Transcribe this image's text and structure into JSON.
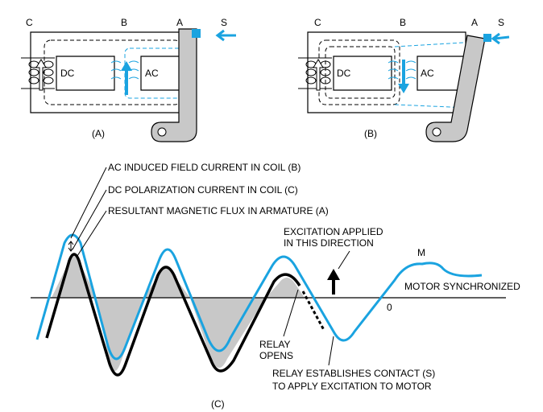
{
  "colors": {
    "accent": "#1aa3e0",
    "armature_fill": "#c8c8c8",
    "ink": "#000000"
  },
  "panel_a": {
    "label_c": "C",
    "label_b": "B",
    "label_a": "A",
    "label_s": "S",
    "coil_dc": "DC",
    "coil_ac": "AC",
    "caption": "(A)"
  },
  "panel_b": {
    "label_c": "C",
    "label_b": "B",
    "label_a": "A",
    "label_s": "S",
    "coil_dc": "DC",
    "coil_ac": "AC",
    "caption": "(B)"
  },
  "panel_c": {
    "callout_ac": "AC INDUCED FIELD CURRENT IN COIL (B)",
    "callout_dc": "DC POLARIZATION CURRENT IN COIL (C)",
    "callout_flux": "RESULTANT MAGNETIC FLUX IN ARMATURE (A)",
    "excitation_line1": "EXCITATION APPLIED",
    "excitation_line2": "IN THIS DIRECTION",
    "marker_m": "M",
    "motor_sync": "MOTOR SYNCHRONIZED",
    "zero": "0",
    "relay_opens_line1": "RELAY",
    "relay_opens_line2": "OPENS",
    "relay_contact_line1": "RELAY ESTABLISHES CONTACT (S)",
    "relay_contact_line2": "TO APPLY EXCITATION TO MOTOR",
    "caption": "(C)"
  }
}
